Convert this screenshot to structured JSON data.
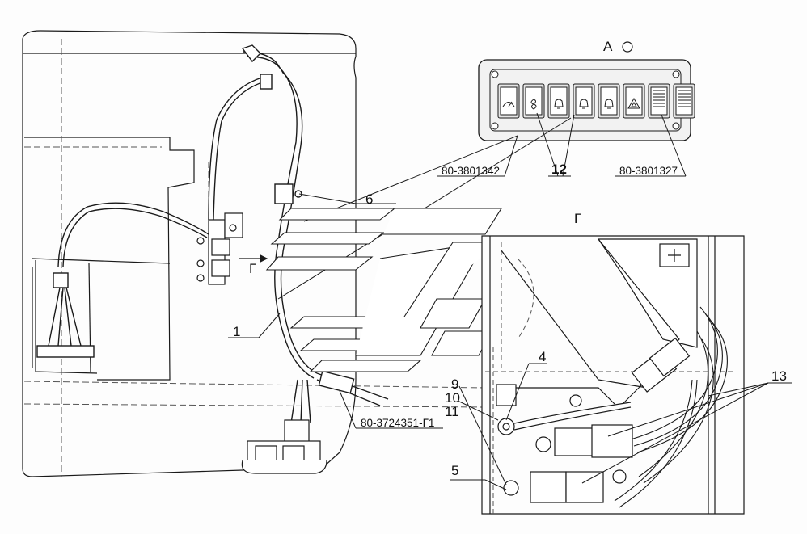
{
  "labels": {
    "view_a": "А",
    "view_g_top": "Г",
    "view_g_section": "Г",
    "part_1": "1",
    "part_4": "4",
    "part_5": "5",
    "part_6": "6",
    "part_9": "9",
    "part_10": "10",
    "part_11": "11",
    "part_12": "12",
    "part_13": "13",
    "code_switch_block": "80-3801342",
    "code_switch_single": "80-3801327",
    "code_harness": "80-3724351-Г1"
  },
  "colors": {
    "line": "#1a1a1a",
    "dashed": "#555555",
    "panel_fill": "#e6e6e6",
    "paper": "#fdfdfd"
  },
  "icons": [
    "wiper-symbol",
    "fan-symbol",
    "bell-symbol",
    "bell-symbol",
    "bell-symbol",
    "hazard-triangle-symbol",
    "blank-key",
    "blank-key"
  ]
}
